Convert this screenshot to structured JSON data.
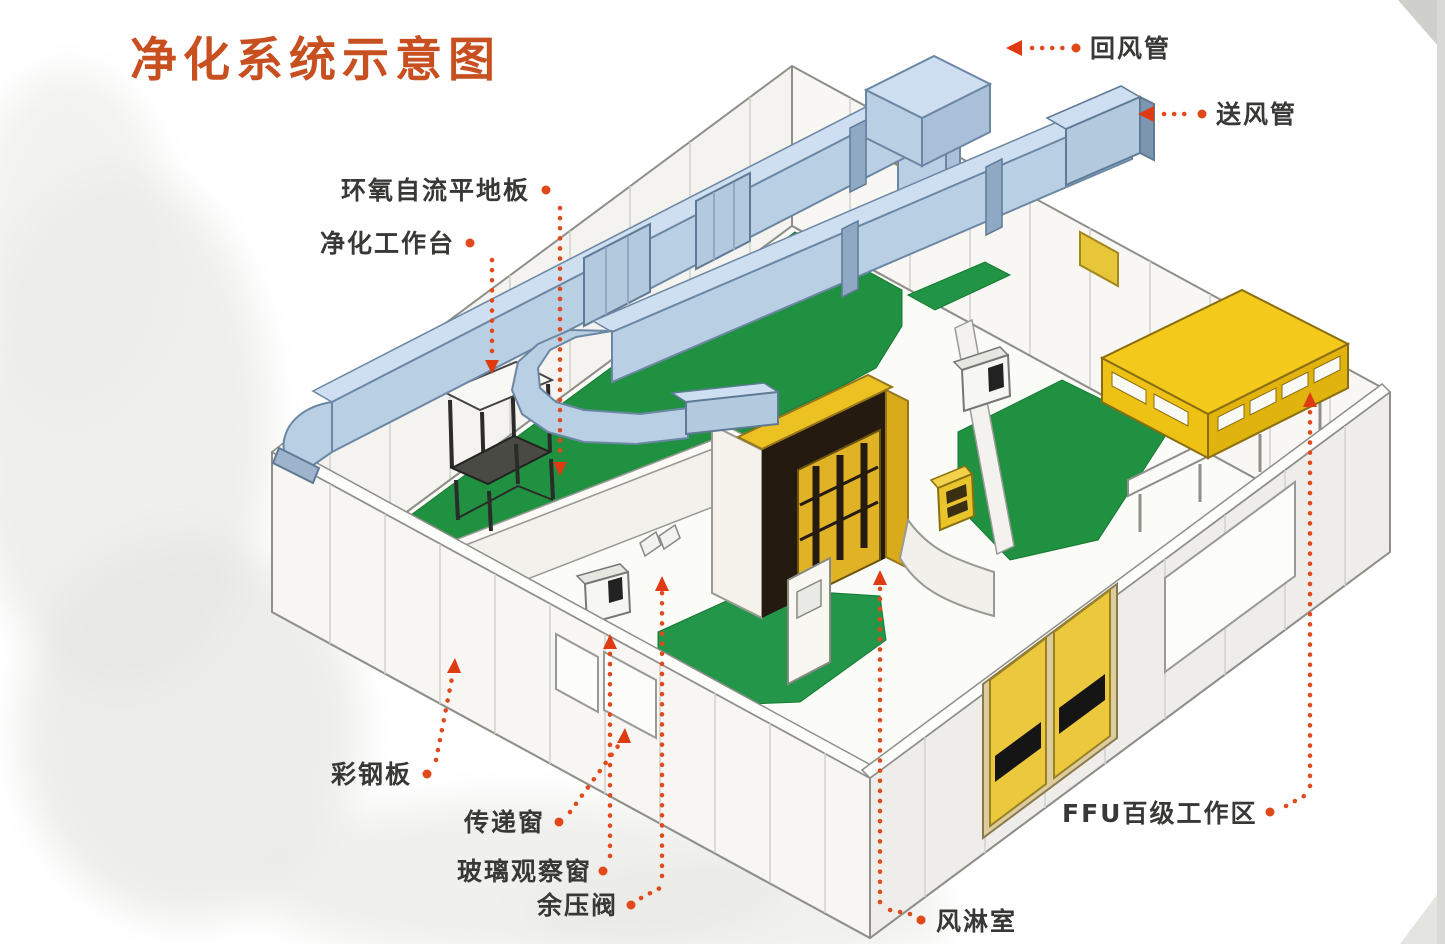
{
  "title": "净化系统示意图",
  "colors": {
    "accent_red": "#e2491a",
    "title_orange": "#c85020",
    "duct_blue": "#b9cfe4",
    "floor_green": "#1f9140",
    "equipment_yellow": "#f0c71c",
    "label_text": "#383836"
  },
  "labels": [
    {
      "name": "return-air-duct",
      "text": "回风管"
    },
    {
      "name": "supply-air-duct",
      "text": "送风管"
    },
    {
      "name": "epoxy-self-leveling-floor",
      "text": "环氧自流平地板"
    },
    {
      "name": "clean-workbench",
      "text": "净化工作台"
    },
    {
      "name": "color-steel-panel",
      "text": "彩钢板"
    },
    {
      "name": "transfer-window",
      "text": "传递窗"
    },
    {
      "name": "glass-observation-window",
      "text": "玻璃观察窗"
    },
    {
      "name": "residual-pressure-valve",
      "text": "余压阀"
    },
    {
      "name": "air-shower-room",
      "text": "风淋室"
    },
    {
      "name": "ffu-class-100-work-area",
      "text": "FFU百级工作区"
    }
  ]
}
